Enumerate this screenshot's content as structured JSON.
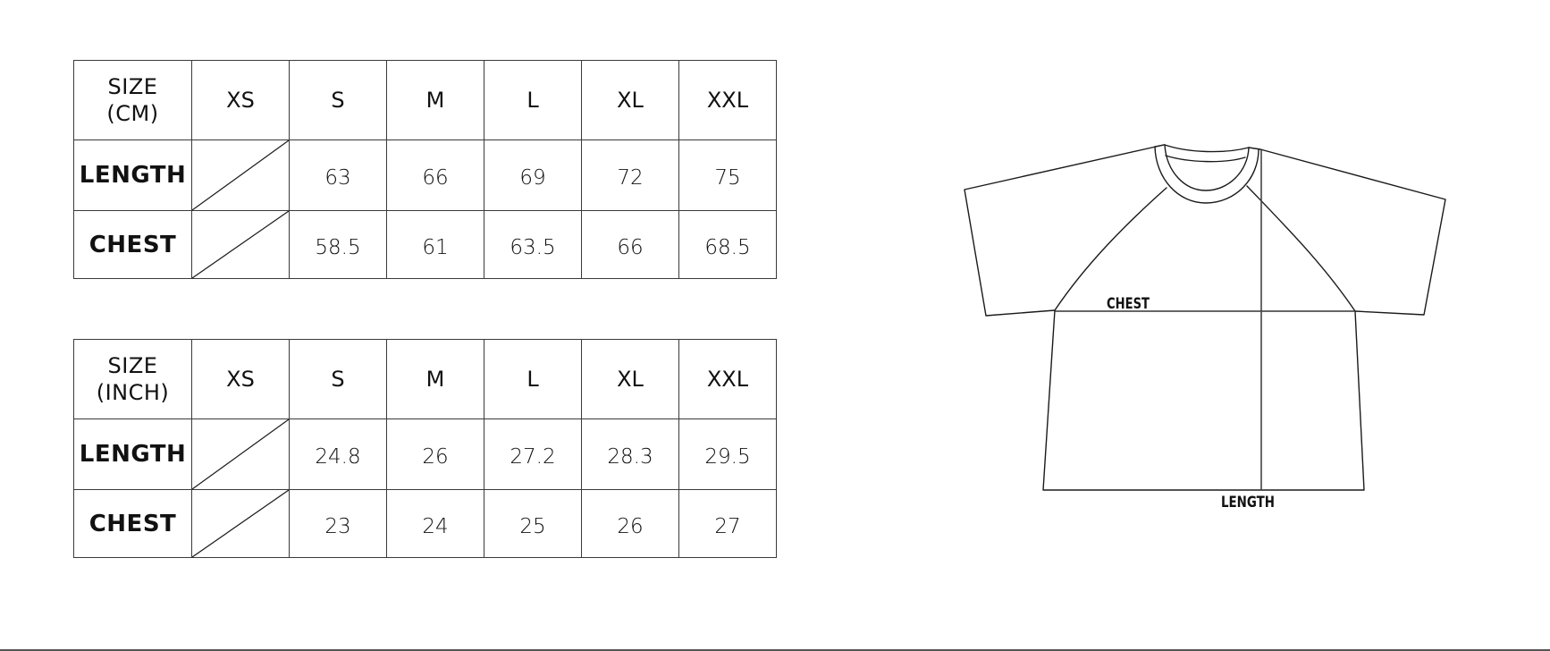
{
  "tables": [
    {
      "id": "cm",
      "header_label_line1": "SIZE",
      "header_label_line2": "(CM)",
      "sizes": [
        "XS",
        "S",
        "M",
        "L",
        "XL",
        "XXL"
      ],
      "rows": [
        {
          "label": "LENGTH",
          "values": [
            "",
            "63",
            "66",
            "69",
            "72",
            "75"
          ]
        },
        {
          "label": "CHEST",
          "values": [
            "",
            "58.5",
            "61",
            "63.5",
            "66",
            "68.5"
          ]
        }
      ]
    },
    {
      "id": "inch",
      "header_label_line1": "SIZE",
      "header_label_line2": "(INCH)",
      "sizes": [
        "XS",
        "S",
        "M",
        "L",
        "XL",
        "XXL"
      ],
      "rows": [
        {
          "label": "LENGTH",
          "values": [
            "",
            "24.8",
            "26",
            "27.2",
            "28.3",
            "29.5"
          ]
        },
        {
          "label": "CHEST",
          "values": [
            "",
            "23",
            "24",
            "25",
            "26",
            "27"
          ]
        }
      ]
    }
  ],
  "diagram": {
    "chest_label": "CHEST",
    "length_label": "LENGTH"
  },
  "colors": {
    "line": "#1a1a1a",
    "border": "#3a3a3a",
    "background": "#ffffff"
  },
  "chart_data": {
    "type": "table",
    "title": "",
    "tables": [
      {
        "unit": "CM",
        "columns": [
          "SIZE (CM)",
          "XS",
          "S",
          "M",
          "L",
          "XL",
          "XXL"
        ],
        "rows": [
          [
            "LENGTH",
            null,
            63,
            66,
            69,
            72,
            75
          ],
          [
            "CHEST",
            null,
            58.5,
            61,
            63.5,
            66,
            68.5
          ]
        ]
      },
      {
        "unit": "INCH",
        "columns": [
          "SIZE (INCH)",
          "XS",
          "S",
          "M",
          "L",
          "XL",
          "XXL"
        ],
        "rows": [
          [
            "LENGTH",
            null,
            24.8,
            26,
            27.2,
            28.3,
            29.5
          ],
          [
            "CHEST",
            null,
            23,
            24,
            25,
            26,
            27
          ]
        ]
      }
    ]
  }
}
